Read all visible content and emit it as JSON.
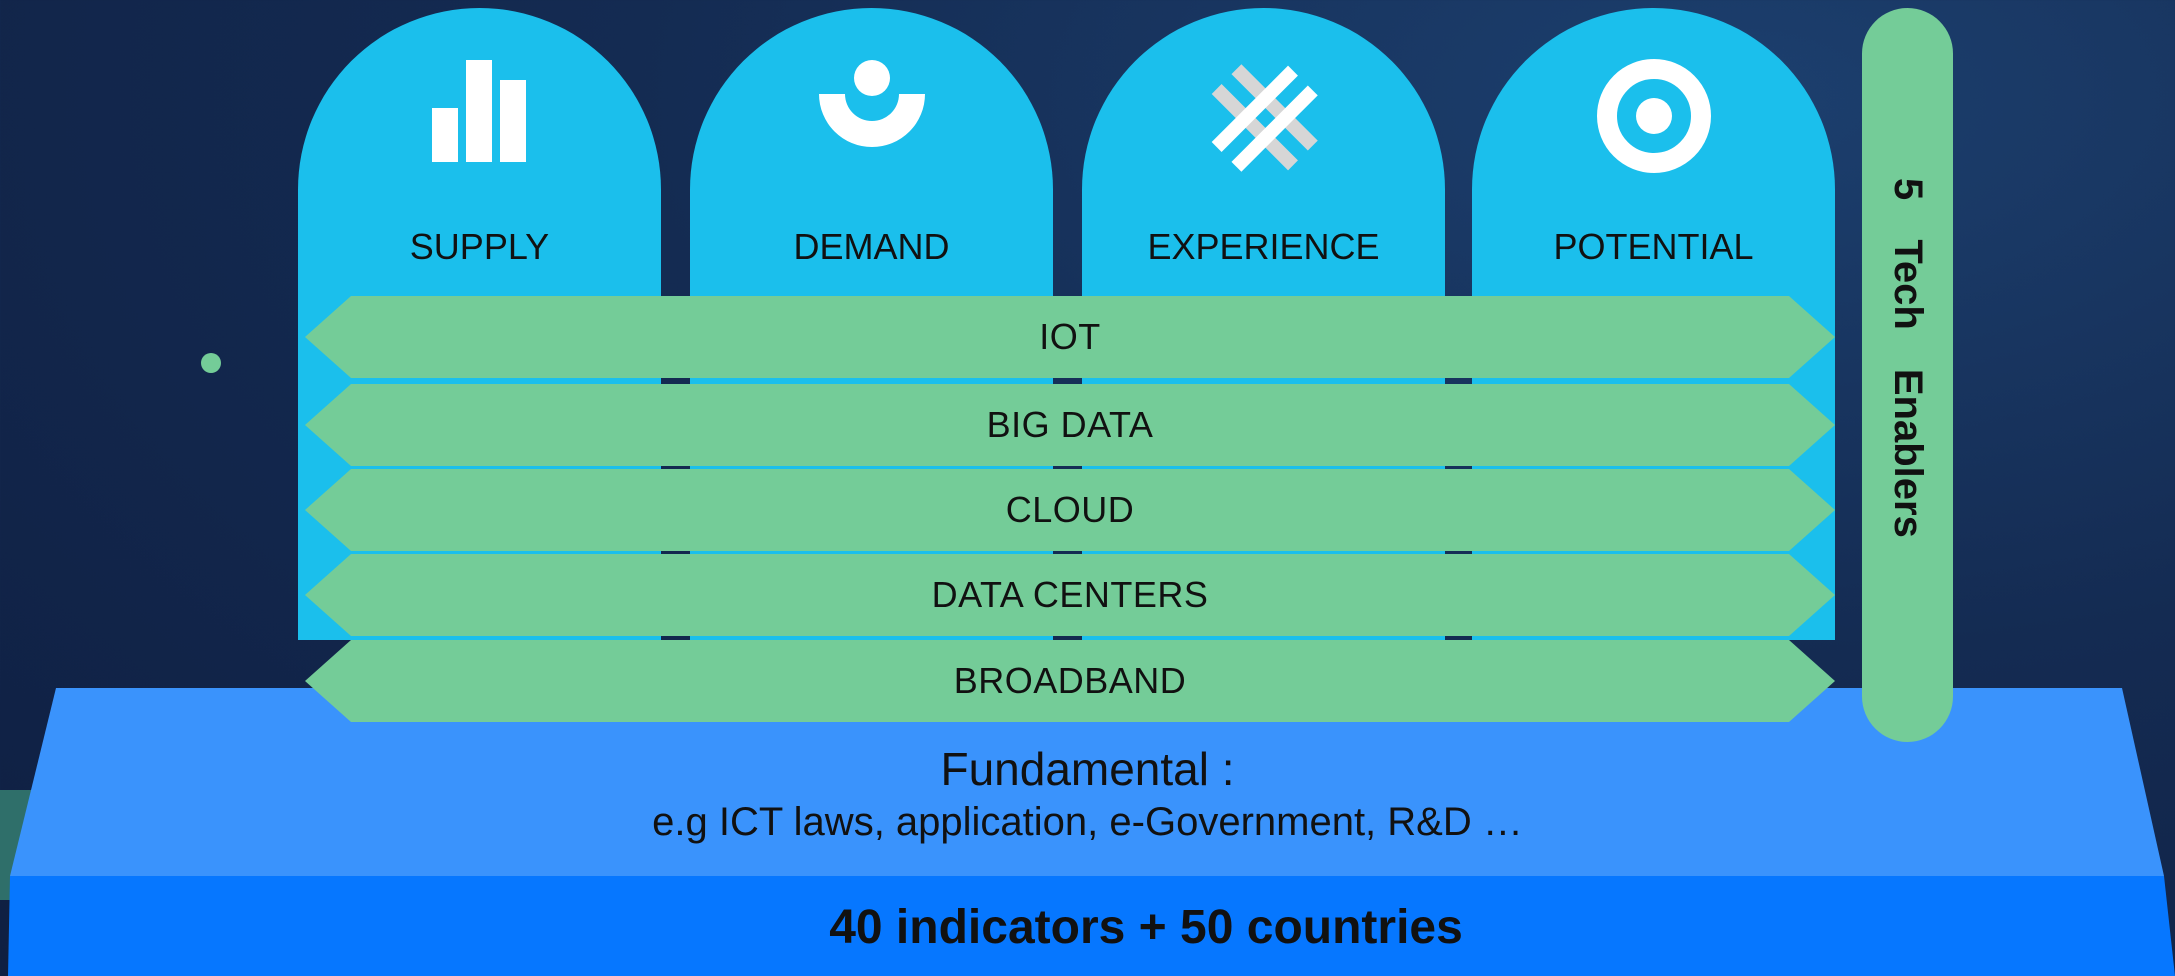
{
  "pillars": [
    {
      "label": "SUPPLY",
      "icon": "bar-chart-icon"
    },
    {
      "label": "DEMAND",
      "icon": "person-icon"
    },
    {
      "label": "EXPERIENCE",
      "icon": "hashtag-icon"
    },
    {
      "label": "POTENTIAL",
      "icon": "target-icon"
    }
  ],
  "enablers": [
    "IOT",
    "BIG DATA",
    "CLOUD",
    "DATA CENTERS",
    "BROADBAND"
  ],
  "enablers_title": "5 Tech Enablers",
  "fundamental": {
    "title": "Fundamental :",
    "subtitle": "e.g ICT laws, application, e-Government, R&D …"
  },
  "base": {
    "label": "40 indicators + 50 countries"
  },
  "colors": {
    "pillar": "#1bbfec",
    "enabler": "#74cc98",
    "fundamental": "#3a93fc",
    "base": "#0677ff"
  }
}
